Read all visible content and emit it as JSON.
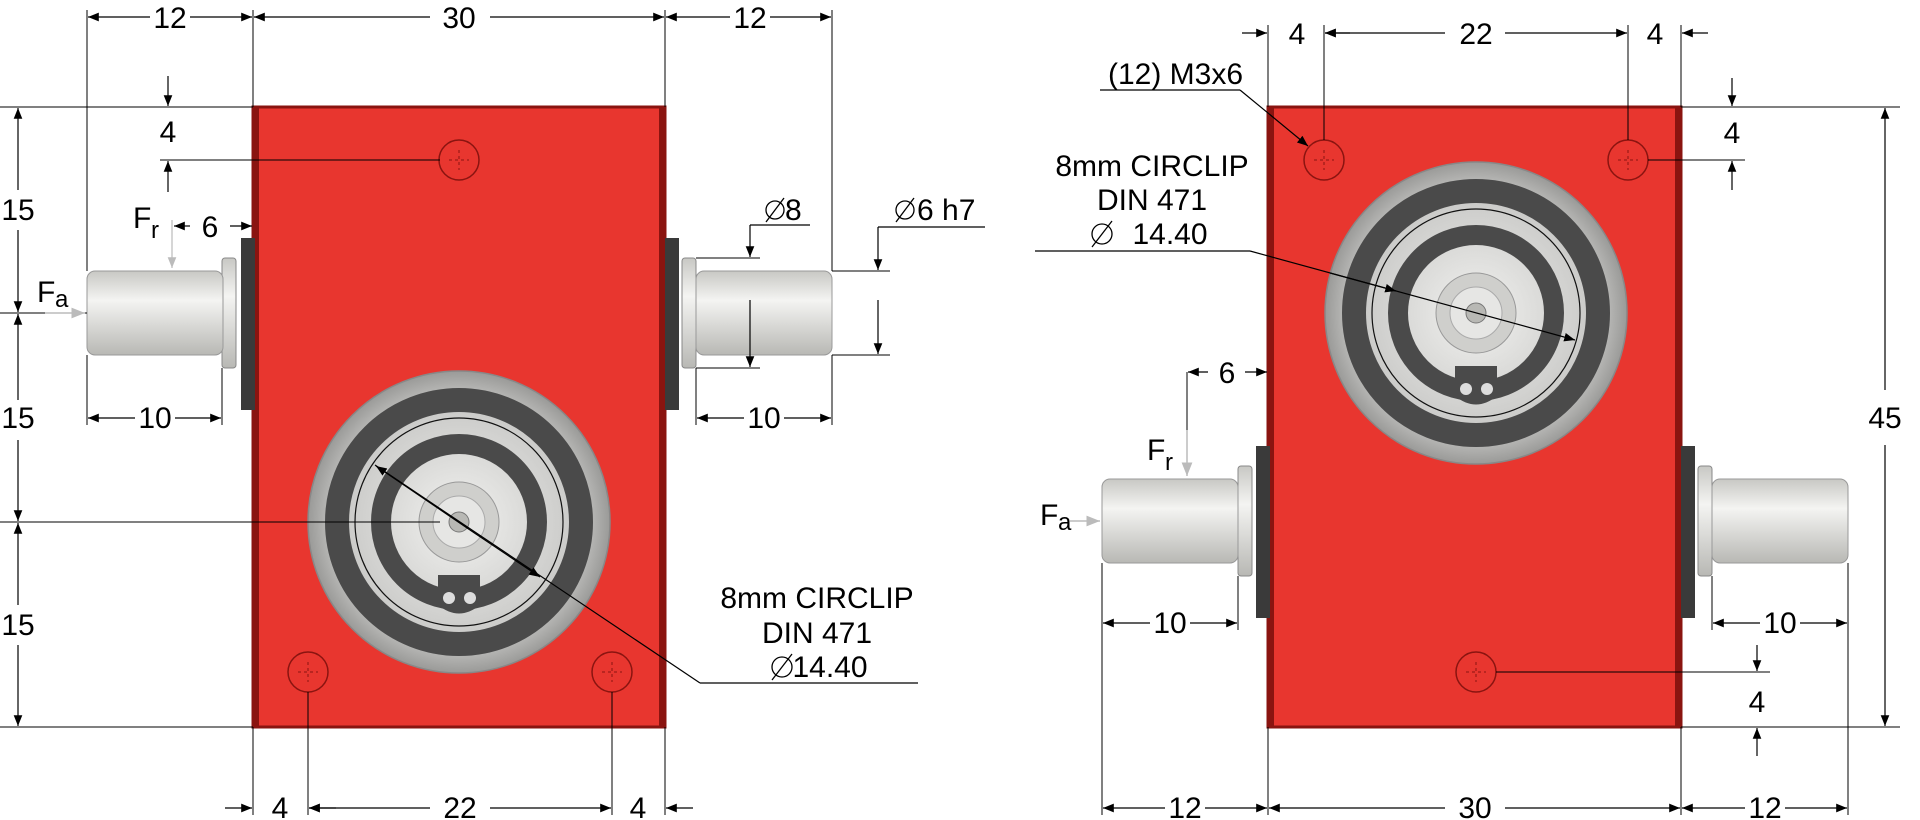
{
  "front_view": {
    "dims": {
      "left_shaft_length": "12",
      "body_width": "30",
      "right_shaft_length": "12",
      "hole_top_offset": "4",
      "height_top": "15",
      "height_mid": "15",
      "height_bottom": "15",
      "fr_offset": "6",
      "left_shaft_dia_len": "10",
      "right_shaft_dia_len": "10",
      "shoulder_dia": "8",
      "shaft_dia": "6 h7",
      "hole_left": "4",
      "hole_spacing": "22",
      "hole_right": "4"
    },
    "force_radial": "F",
    "force_radial_sub": "r",
    "force_axial": "F",
    "force_axial_sub": "a",
    "circlip": {
      "line1": "8mm CIRCLIP",
      "line2": "DIN 471",
      "line3": "14.40"
    }
  },
  "side_view": {
    "dims": {
      "hole_left": "4",
      "hole_spacing": "22",
      "hole_right": "4",
      "hole_top_offset": "4",
      "overall_height": "45",
      "fr_offset": "6",
      "left_shaft_dia_len": "10",
      "right_shaft_dia_len": "10",
      "hole_bottom_offset": "4",
      "left_shaft_length": "12",
      "body_width": "30",
      "right_shaft_length": "12"
    },
    "screw_callout": "(12) M3x6",
    "force_radial": "F",
    "force_radial_sub": "r",
    "force_axial": "F",
    "force_axial_sub": "a",
    "circlip": {
      "line1": "8mm CIRCLIP",
      "line2": "DIN 471",
      "line3": "14.40"
    }
  },
  "colors": {
    "housing": "#e8362f",
    "housing_edge": "#8a1410",
    "steel": "#dadad6",
    "steel_dark": "#9a9a96",
    "ring_dark": "#4a4a4a"
  }
}
